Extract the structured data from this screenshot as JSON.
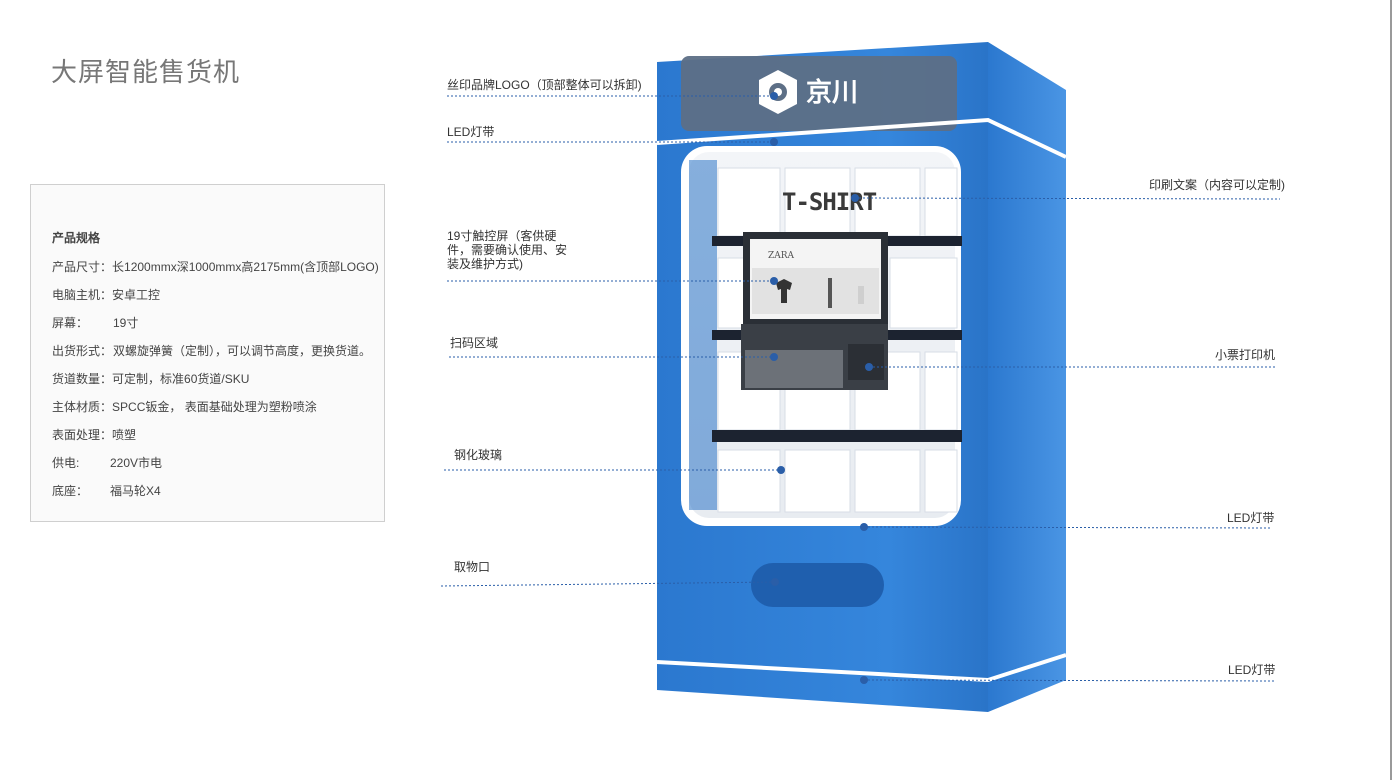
{
  "title": "大屏智能售货机",
  "specs": {
    "heading": "产品规格",
    "rows": [
      {
        "label": "产品尺寸：",
        "value": "长1200mmx深1000mmx高2175mm(含顶部LOGO)"
      },
      {
        "label": "电脑主机：",
        "value": "安卓工控"
      },
      {
        "label": "屏幕：",
        "value": "19寸"
      },
      {
        "label": "出货形式：",
        "value": "双螺旋弹簧（定制），可以调节高度，更换货道。"
      },
      {
        "label": "货道数量：",
        "value": "可定制，标准60货道/SKU"
      },
      {
        "label": "主体材质：",
        "value": "SPCC钣金， 表面基础处理为塑粉喷涂"
      },
      {
        "label": "表面处理：",
        "value": "喷塑"
      },
      {
        "label": "供电:",
        "value": "220V市电"
      },
      {
        "label": "底座：",
        "value": "福马轮X4"
      }
    ]
  },
  "machine": {
    "brand": "京川",
    "tshirt": "T-SHIRT",
    "screen_brand": "ZARA",
    "body_color": "#2f7fd6",
    "dark_color": "#1f5fae"
  },
  "callouts": [
    {
      "id": "logo",
      "text": "丝印品牌LOGO（顶部整体可以拆卸)"
    },
    {
      "id": "led-top",
      "text": "LED灯带"
    },
    {
      "id": "print",
      "text": "印刷文案（内容可以定制)"
    },
    {
      "id": "touch",
      "text": "19寸触控屏（客供硬件，需要确认使用、安装及维护方式)"
    },
    {
      "id": "scan",
      "text": "扫码区域"
    },
    {
      "id": "printer",
      "text": "小票打印机"
    },
    {
      "id": "glass",
      "text": "钢化玻璃"
    },
    {
      "id": "led-mid",
      "text": "LED灯带"
    },
    {
      "id": "pickup",
      "text": "取物口"
    },
    {
      "id": "led-bottom",
      "text": "LED灯带"
    }
  ]
}
